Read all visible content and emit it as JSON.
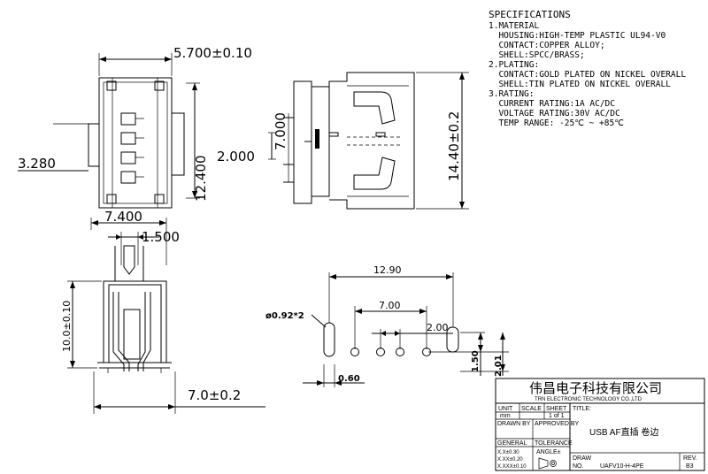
{
  "specifications": {
    "title": "SPECIFICATIONS",
    "lines": [
      "1.MATERIAL",
      "  HOUSING:HIGH-TEMP PLASTIC UL94-V0",
      "  CONTACT:COPPER ALLOY;",
      "  SHELL:SPCC/BRASS;",
      "2.PLATING:",
      "  CONTACT:GOLD PLATED ON NICKEL OVERALL",
      "  SHELL:TIN PLATED ON NICKEL OVERALL",
      "3.RATING:",
      "  CURRENT RATING:1A AC/DC",
      "  VOLTAGE RATING:30V AC/DC",
      "  TEMP RANGE: -25℃ ~ +85℃"
    ]
  },
  "dimensions": {
    "width_top": "5.700±0.10",
    "left_offset": "3.280",
    "inner_height": "12.400",
    "pin_pitch": "2.000",
    "side_7000": "7.000",
    "side_height": "14.40±0.2",
    "front_width": "7.400",
    "front_1500": "1.500",
    "front_height": "10.0±0.10",
    "bottom_width": "7.0±0.2",
    "pcb_12_90": "12.90",
    "pcb_7_00": "7.00",
    "pcb_2_00": "2.00",
    "pcb_hole": "ø0.92*2",
    "pcb_0_60": "0.60",
    "pcb_1_50": "1.50",
    "pcb_2_01": "2.01"
  },
  "title_block": {
    "company_cn": "伟昌电子科技有限公司",
    "company_en": "TRN ELECTRONIC TECHNOLOGY CO.,LTD",
    "unit_label": "UNIT",
    "unit_value": "mm",
    "scale_label": "SCALE",
    "sheet_label": "SHEET",
    "sheet_value": "1 of 1",
    "title_label": "TITLE:",
    "title_value": "USB  AF直插  卷边",
    "drawn_by_label": "DRAWN BY",
    "approved_by_label": "APPROVED BY",
    "general_label": "GENERAL",
    "tolerance_label": "TOLERANCE",
    "tol_1": "X.X±0.30",
    "tol_2": "X.XX±0.20",
    "tol_3": "X.XXX±0.10",
    "angle_label": "ANGLE±",
    "draw_label": "DRAW",
    "no_label": "NO.",
    "draw_no": "UAFV10-H-4PE",
    "rev_label": "REV.",
    "rev_value": "B3"
  }
}
